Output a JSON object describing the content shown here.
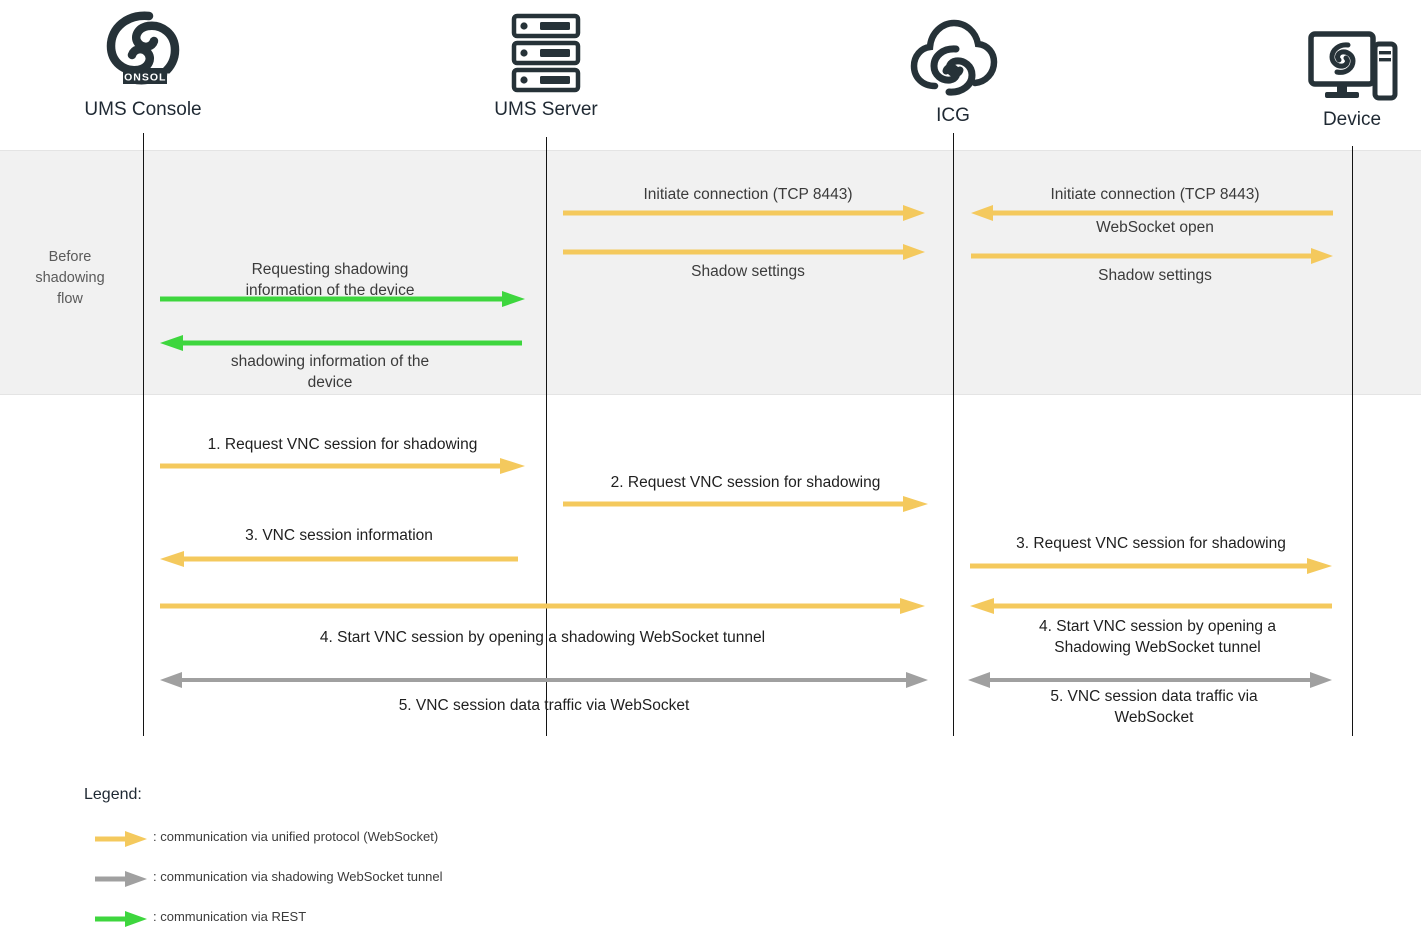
{
  "diagram": {
    "title": "Shadowing sequence diagram",
    "colors": {
      "unified_protocol": "#f4c95d",
      "shadowing_tunnel": "#a0a0a0",
      "rest": "#3ed63e",
      "lifeline": "#141414",
      "band_background": "#f1f1f1"
    },
    "actors": [
      {
        "id": "ums-console",
        "label": "UMS Console",
        "icon": "ums-console-logo-icon"
      },
      {
        "id": "ums-server",
        "label": "UMS Server",
        "icon": "server-rack-icon"
      },
      {
        "id": "icg",
        "label": "ICG",
        "icon": "cloud-gateway-icon"
      },
      {
        "id": "device",
        "label": "Device",
        "icon": "monitor-device-icon"
      }
    ],
    "bands": [
      {
        "id": "before-shadowing-flow",
        "label": "Before\nshadowing\nflow"
      }
    ],
    "messages": [
      {
        "id": "m1",
        "label": "Initiate connection (TCP 8443)",
        "type": "unified_protocol",
        "direction": "right"
      },
      {
        "id": "m2",
        "label": "Shadow settings",
        "type": "unified_protocol",
        "direction": "right"
      },
      {
        "id": "m3",
        "label": "Initiate connection (TCP 8443)",
        "type": "unified_protocol",
        "direction": "left"
      },
      {
        "id": "m4",
        "label": "WebSocket open",
        "type": "unified_protocol",
        "direction": "right"
      },
      {
        "id": "m5",
        "label": "Shadow settings",
        "type": "unified_protocol",
        "direction": "right"
      },
      {
        "id": "m6",
        "label": "Requesting shadowing\ninformation of the device",
        "type": "rest",
        "direction": "right"
      },
      {
        "id": "m7",
        "label": "shadowing information of the\ndevice",
        "type": "rest",
        "direction": "left"
      },
      {
        "id": "m8",
        "label": "1.   Request VNC session for shadowing",
        "type": "unified_protocol",
        "direction": "right"
      },
      {
        "id": "m9",
        "label": "2.   Request VNC session for shadowing",
        "type": "unified_protocol",
        "direction": "right"
      },
      {
        "id": "m10",
        "label": "3.   VNC session information",
        "type": "unified_protocol",
        "direction": "left"
      },
      {
        "id": "m11",
        "label": "3.   Request VNC session for shadowing",
        "type": "unified_protocol",
        "direction": "right"
      },
      {
        "id": "m12",
        "label": "4.   Start VNC session by opening a shadowing WebSocket tunnel",
        "type": "unified_protocol",
        "direction": "right"
      },
      {
        "id": "m13",
        "label": "4.   Start VNC session by opening a\nShadowing WebSocket tunnel",
        "type": "unified_protocol",
        "direction": "left"
      },
      {
        "id": "m14",
        "label": "5.   VNC session data traffic via WebSocket",
        "type": "shadowing_tunnel",
        "direction": "both"
      },
      {
        "id": "m15",
        "label": "5.   VNC session data traffic via\nWebSocket",
        "type": "shadowing_tunnel",
        "direction": "both"
      }
    ],
    "legend": {
      "title": "Legend:",
      "entries": [
        {
          "id": "legend-unified",
          "arrow_color_key": "unified_protocol",
          "text": ": communication via unified protocol (WebSocket)"
        },
        {
          "id": "legend-tunnel",
          "arrow_color_key": "shadowing_tunnel",
          "text": ": communication via shadowing WebSocket tunnel"
        },
        {
          "id": "legend-rest",
          "arrow_color_key": "rest",
          "text": ": communication via REST"
        }
      ]
    }
  }
}
